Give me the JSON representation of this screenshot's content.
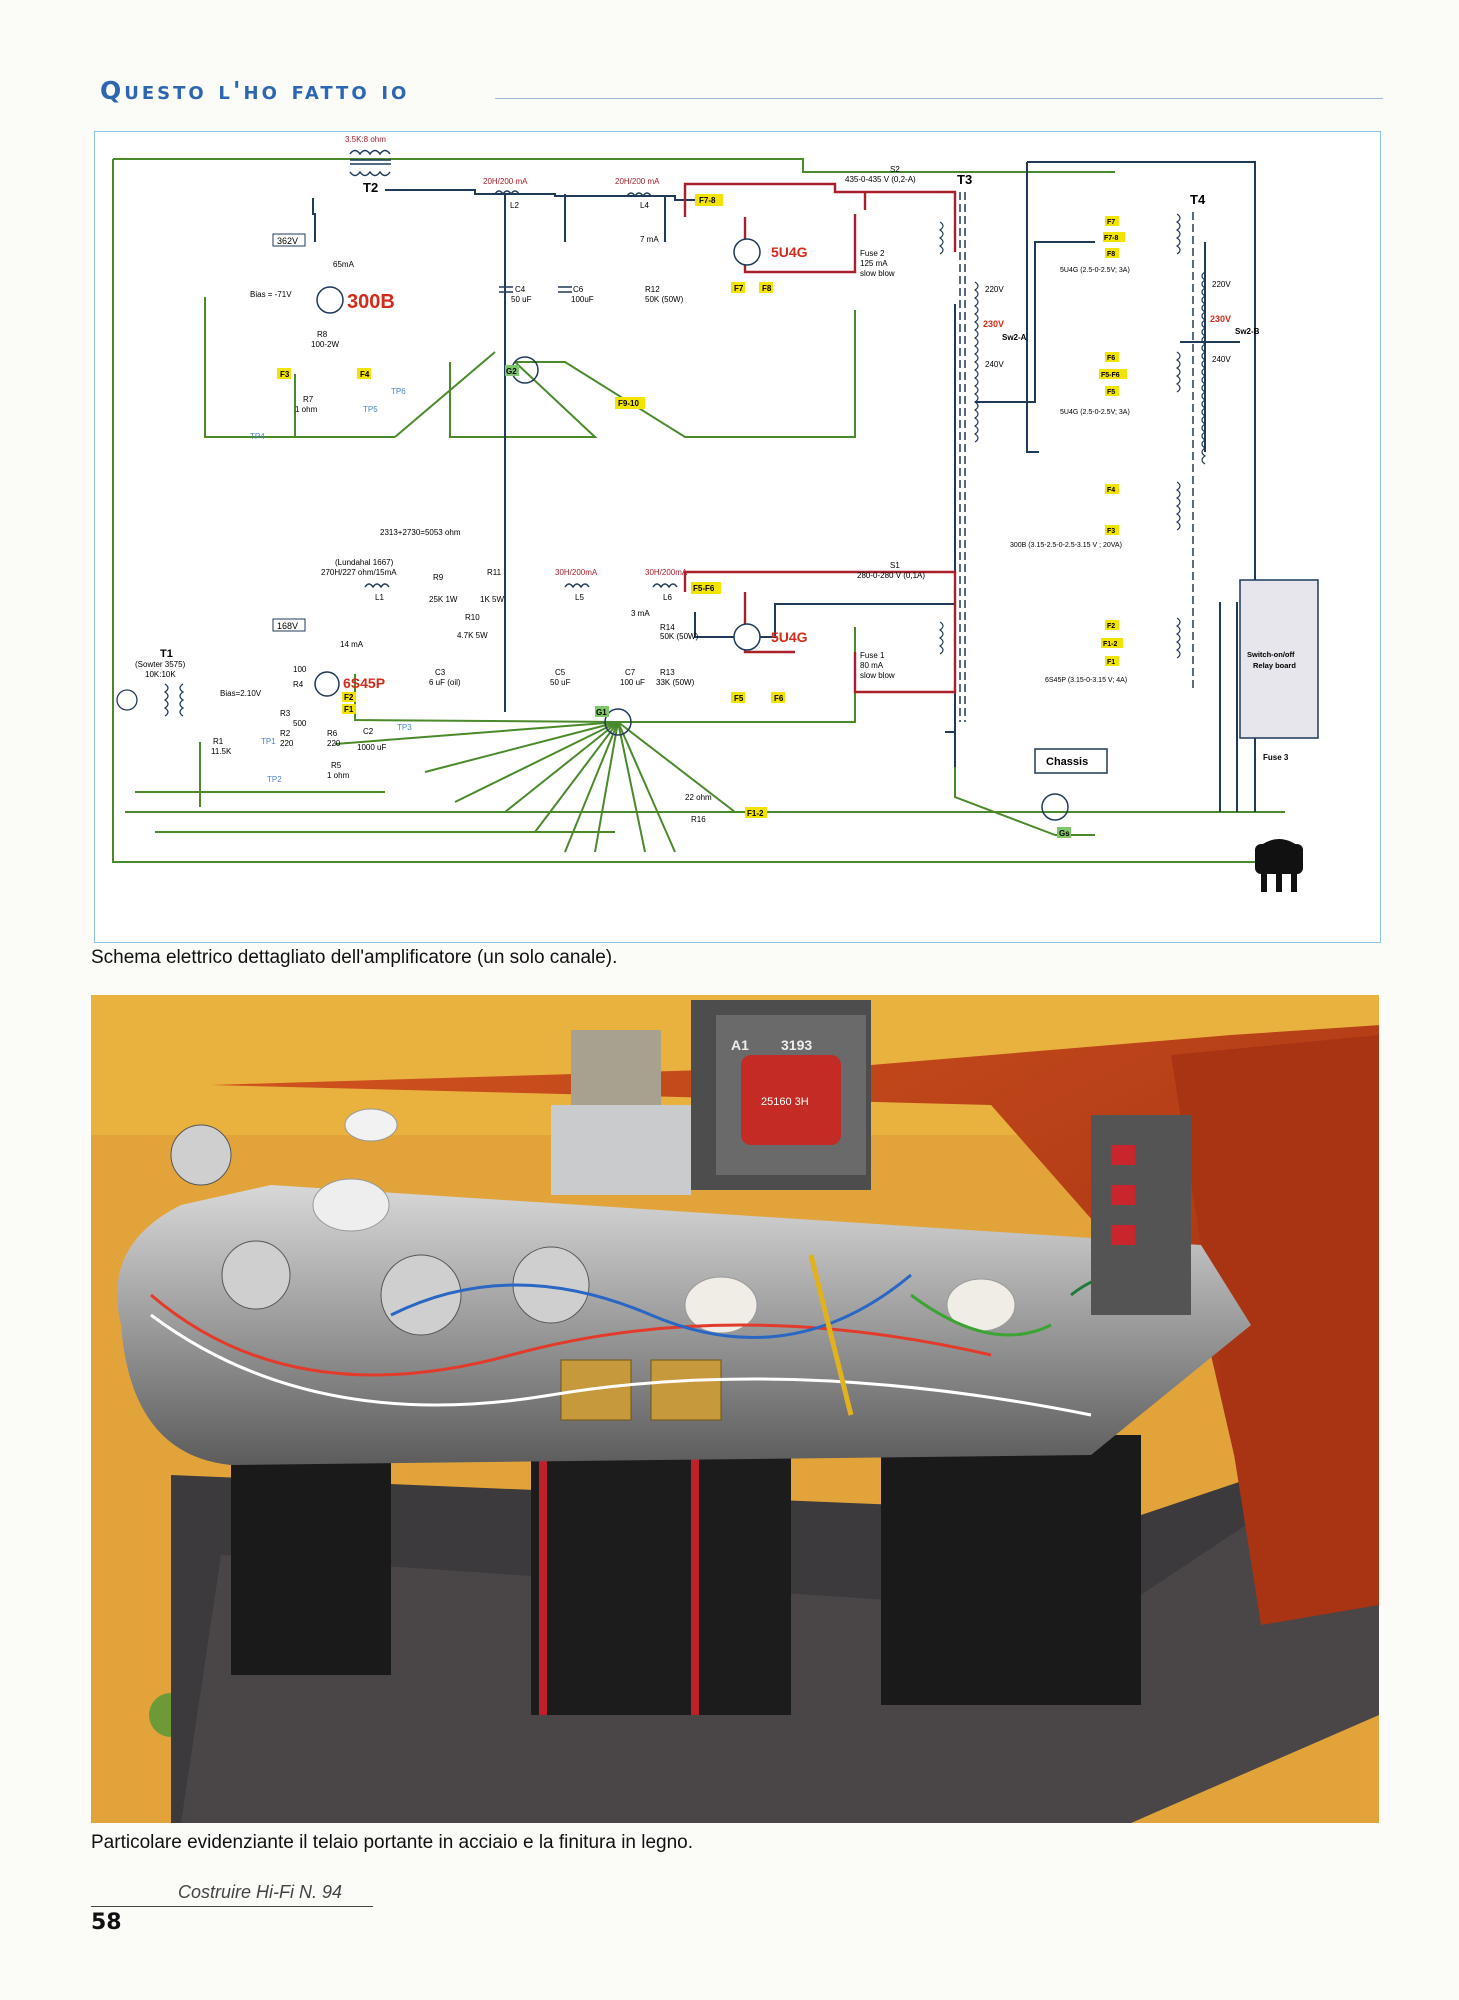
{
  "header": {
    "title": "Questo l'ho fatto io"
  },
  "schematic": {
    "labels": {
      "op_transformer": "3.5K:8 ohm",
      "t2": "T2",
      "l2": "20H/200 mA",
      "l2_id": "L2",
      "l4": "20H/200 mA",
      "l4_id": "L4",
      "f78_top": "F7-8",
      "current_7ma": "7 mA",
      "r12": "R12",
      "r12_val": "50K (50W)",
      "c4": "C4",
      "c4_val": "50 uF",
      "c6": "C6",
      "c6_val": "100uF",
      "v362": "362V",
      "current_65ma": "65mA",
      "bias_300b": "Bias = -71V",
      "tube_300b": "300B",
      "r8": "R8",
      "r8_val": "100-2W",
      "f3": "F3",
      "f4": "F4",
      "r7": "R7",
      "r7_val": "1 ohm",
      "tp4": "TP4",
      "tp5": "TP5",
      "tp6": "TP6",
      "g2": "G2",
      "f910": "F9-10",
      "rect_top": "5U4G",
      "f7": "F7",
      "f8": "F8",
      "s2": "S2",
      "s2_val": "435-0-435 V (0,2-A)",
      "fuse2": "Fuse 2",
      "fuse2_val": "125 mA",
      "fuse2_type": "slow blow",
      "t3": "T3",
      "t4": "T4",
      "v220_a": "220V",
      "v230_a": "230V",
      "sw2a": "Sw2-A",
      "v240_a": "240V",
      "v220_b": "220V",
      "v230_b": "230V",
      "sw2b": "Sw2-B",
      "v240_b": "240V",
      "t4_f7": "F7",
      "t4_f78": "F7-8",
      "t4_f8": "F8",
      "t4_5u4g_a": "5U4G (2.5-0-2.5V; 3A)",
      "t4_f6": "F6",
      "t4_f56": "F5-F6",
      "t4_f5": "F5",
      "t4_5u4g_b": "5U4G (2.5-0-2.5V; 3A)",
      "t4_f4": "F4",
      "t4_f3": "F3",
      "t4_300b": "300B (3.15-2.5-0-2.5-3.15 V ; 20VA)",
      "t4_f2": "F2",
      "t4_f12": "F1-2",
      "t4_f1": "F1",
      "t4_6s45p": "6S45P (3.15-0-3.15 V; 4A)",
      "ohm_sum": "2313+2730=5053 ohm",
      "l1_name": "(Lundahal 1667)",
      "l1_val": "270H/227 ohm/15mA",
      "l1_id": "L1",
      "r9": "R9",
      "r9_val": "25K 1W",
      "r11": "R11",
      "r11_val": "1K 5W",
      "r10": "R10",
      "r10_val": "4.7K 5W",
      "l5": "30H/200mA",
      "l5_id": "L5",
      "l6": "30H/200mA",
      "l6_id": "L6",
      "f56_mid": "F5-F6",
      "current_3ma": "3 mA",
      "r14": "R14",
      "r14_val": "50K (50W)",
      "r13": "R13",
      "r13_val": "33K (50W)",
      "v168": "168V",
      "current_14ma": "14 mA",
      "c3": "C3",
      "c3_val": "6 uF (oil)",
      "c5": "C5",
      "c5_val": "50 uF",
      "c7": "C7",
      "c7_val": "100 uF",
      "rect_mid": "5U4G",
      "f5": "F5",
      "f6": "F6",
      "s1": "S1",
      "s1_val": "280-0-280 V (0,1A)",
      "fuse1": "Fuse 1",
      "fuse1_val": "80 mA",
      "fuse1_type": "slow blow",
      "t1": "T1",
      "t1_name": "(Sowter 3575)",
      "t1_ratio": "10K:10K",
      "r4_val": "100",
      "r4": "R4",
      "tube_6s45p": "6S45P",
      "f2": "F2",
      "f1": "F1",
      "bias_6s45p": "Bias=2.10V",
      "r3": "R3",
      "r3_val": "500",
      "r2": "R2",
      "r2_val": "220",
      "r6": "R6",
      "r6_val": "220",
      "c2": "C2",
      "c2_val": "1000 uF",
      "tp3": "TP3",
      "r1": "R1",
      "r1_val": "11.5K",
      "tp1": "TP1",
      "tp2": "TP2",
      "r5": "R5",
      "r5_val": "1 ohm",
      "g1": "G1",
      "r16_val": "22 ohm",
      "r16": "R16",
      "f12": "F1-2",
      "chassis": "Chassis",
      "gs": "Gs",
      "relay_title": "Switch-on/off",
      "relay_sub": "Relay board",
      "fuse3": "Fuse 3"
    }
  },
  "captions": {
    "schematic": "Schema elettrico dettagliato dell'amplificatore (un solo canale).",
    "photo": "Particolare evidenziante il telaio portante in acciaio e la finitura in legno."
  },
  "photo_labels": {
    "transformer_mark": "A1",
    "transformer_code": "3193",
    "choke_note": "25160 3H"
  },
  "footer": {
    "magazine": "Costruire Hi-Fi N. 94",
    "page_number": "58"
  },
  "colors": {
    "header_blue": "#2e67b1",
    "wire_green": "#4b8a2a",
    "wire_dark": "#1f3a5a",
    "wire_red": "#a8202a",
    "tube_label_red": "#d42a1a",
    "fuse_tag_yellow": "#f2e400",
    "wood": "#c23c18"
  }
}
